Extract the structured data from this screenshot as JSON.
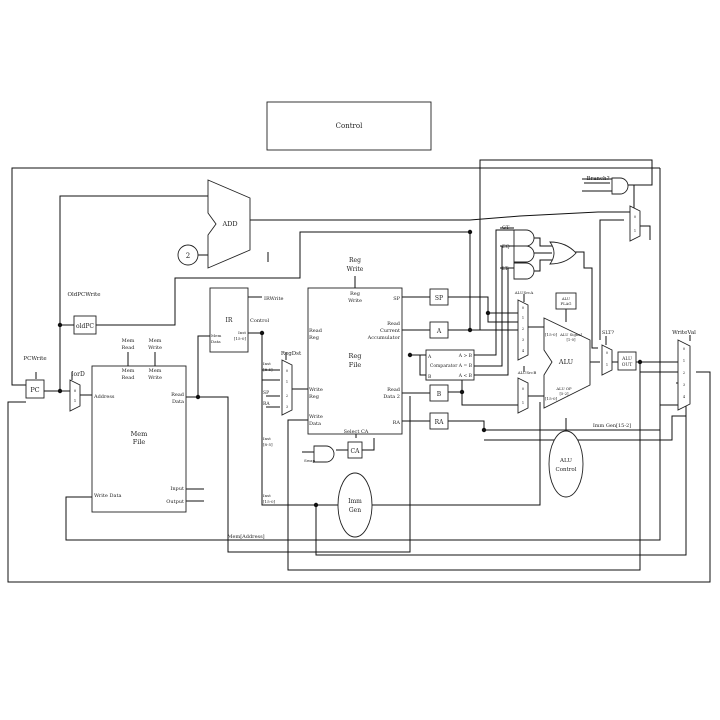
{
  "control": "Control",
  "adder": {
    "label": "ADD",
    "const": "2"
  },
  "pc": {
    "write": "PCWrite",
    "reg": "PC"
  },
  "oldpc": {
    "write": "OldPCWrite",
    "reg": "oldPC"
  },
  "iord": "IorD",
  "mux2": [
    "0",
    "1",
    "2"
  ],
  "mux4": [
    "0",
    "1",
    "2",
    "3"
  ],
  "mux5": [
    "0",
    "1",
    "2",
    "3",
    "4"
  ],
  "memfile": {
    "title1": "Mem",
    "title2": "File",
    "read_top": [
      "Mem",
      "Read"
    ],
    "write_top": [
      "Mem",
      "Write"
    ],
    "read_in": [
      "Mem",
      "Read"
    ],
    "write_in": [
      "Mem",
      "Write"
    ],
    "address": "Address",
    "read_data": [
      "Read",
      "Data"
    ],
    "write_data": "Write Data",
    "input": "Input",
    "output": "Output",
    "mem_address": "Mem[Address]"
  },
  "ir": {
    "label": "IR",
    "write": "IRWrite",
    "mem_data": [
      "Mem",
      "Data"
    ],
    "inst": [
      "Inst",
      "[15-0]"
    ],
    "control": "Control"
  },
  "regdst": {
    "label": "RegDst",
    "inst_top": [
      "Inst",
      "[8-5]"
    ],
    "sp": "SP",
    "ra": "RA"
  },
  "inst_bot": [
    "Inst",
    "[8-5]"
  ],
  "inst_gen": [
    "Inst",
    "[15-0]"
  ],
  "regfile": {
    "top": [
      "Reg",
      "Write"
    ],
    "regwrite": [
      "Reg",
      "Write"
    ],
    "title1": "Reg",
    "title2": "File",
    "read_reg": [
      "Read",
      "Reg"
    ],
    "read_acc": [
      "Read",
      "Current",
      "Accumulator"
    ],
    "write_reg": [
      "Write",
      "Reg"
    ],
    "write_data": [
      "Write",
      "Data"
    ],
    "read_data": [
      "Read",
      "Data 2"
    ],
    "sp": "SP",
    "ra": "RA"
  },
  "regs": {
    "sp": "SP",
    "a": "A",
    "b": "B",
    "ra": "RA",
    "ca": "CA"
  },
  "select_ca": "Select CA",
  "swap": "Swap",
  "imm": {
    "line1": "Imm",
    "line2": "Gen"
  },
  "comparator": {
    "a": "A",
    "b": "B",
    "gt": "A > B",
    "eq": "Comparator A = B",
    "lt": "A < B"
  },
  "flags": {
    "gt": "GT",
    "eq": "EQ",
    "lt": "LT",
    "branch": "Branch?"
  },
  "alusrc": {
    "src_a": "ALUSrcA",
    "src_b": "ALUSrcB"
  },
  "alu": {
    "label": "ALU",
    "flag": [
      "ALU",
      "FLAG"
    ],
    "sig_top": [
      "ALU Signal",
      "[1-0]"
    ],
    "bits_a": "[15-0]",
    "bits_b": "[15-0]",
    "sig_bot": [
      "ALU OP",
      "[5-2]"
    ],
    "slt": "SLT?",
    "out": [
      "ALU",
      "OUT"
    ],
    "ctrl1": "ALU",
    "ctrl2": "Control",
    "immgen": "Imm Gen[15-2]"
  },
  "writeval": "WriteVal"
}
